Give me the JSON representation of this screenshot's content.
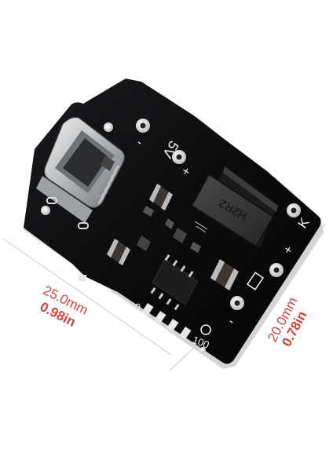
{
  "photo": {
    "subject": "USB Type-C charging and boost board",
    "silkscreen": {
      "output_voltage": "5V",
      "plus_top": "+",
      "minus_top": "-",
      "plus_right": "+",
      "minus_right": "-",
      "key": "K",
      "inductor_code": "H2R2",
      "led_start": "0",
      "led_end": "100"
    }
  },
  "dimensions": {
    "width_mm": "25.0mm",
    "width_in": "0.98in",
    "height_mm": "20.0mm",
    "height_in": "0.78in"
  },
  "colors": {
    "pcb": "#0c0c0e",
    "dimension_text": "#d8413a",
    "guide_line": "#c9c9c9"
  }
}
